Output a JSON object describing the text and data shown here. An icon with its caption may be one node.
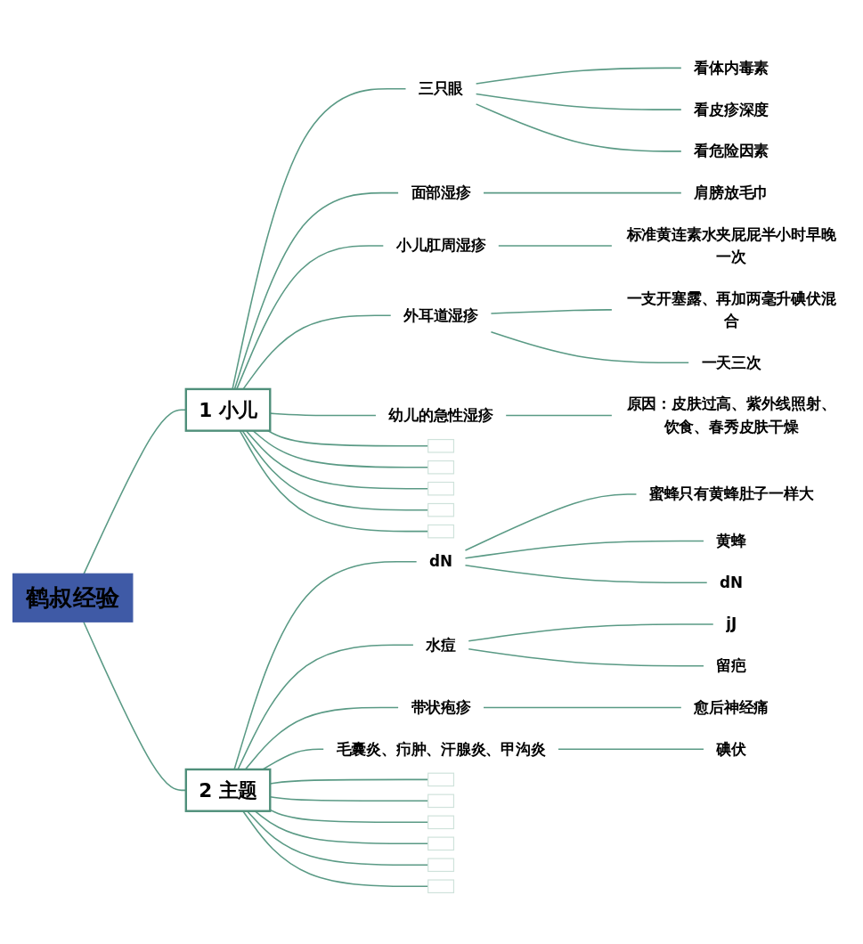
{
  "diagram": {
    "nodes": [
      {
        "text": [
          "鹤叔经验"
        ]
      },
      {
        "text": [
          "1 小儿"
        ]
      },
      {
        "text": [
          "三只眼"
        ]
      },
      {
        "text": [
          "看体内毒素"
        ]
      },
      {
        "text": [
          "看皮疹深度"
        ]
      },
      {
        "text": [
          "看危险因素"
        ]
      },
      {
        "text": [
          "面部湿疹"
        ]
      },
      {
        "text": [
          "肩膀放毛巾"
        ]
      },
      {
        "text": [
          "小儿肛周湿疹"
        ]
      },
      {
        "text": [
          "标准黄连素水夹屁屁半小时早晚一次"
        ]
      },
      {
        "text": [
          "外耳道湿疹"
        ]
      },
      {
        "text": [
          "一支开塞露、再加两毫升碘伏混合"
        ]
      },
      {
        "text": [
          "一天三次"
        ]
      },
      {
        "text": [
          "幼儿的急性湿疹"
        ]
      },
      {
        "text": [
          "原因：皮肤过高、紫外线照射、饮食、春秀皮肤干燥"
        ]
      },
      {
        "text": [],
        "shape": "box"
      },
      {
        "text": [],
        "shape": "box"
      },
      {
        "text": [],
        "shape": "box"
      },
      {
        "text": [],
        "shape": "box"
      },
      {
        "text": [],
        "shape": "box"
      },
      {
        "text": [
          "2 主题"
        ]
      },
      {
        "text": [
          "dN"
        ]
      },
      {
        "text": [
          "蜜蜂只有黄蜂肚子一样大"
        ]
      },
      {
        "text": [
          "黄蜂"
        ]
      },
      {
        "text": [
          "dN"
        ]
      },
      {
        "text": [
          "水痘"
        ]
      },
      {
        "text": [
          "jJ"
        ]
      },
      {
        "text": [
          "留疤"
        ]
      },
      {
        "text": [
          "带状疱疹"
        ]
      },
      {
        "text": [
          "愈后神经痛"
        ]
      },
      {
        "text": [
          "毛囊炎、疖肿、汗腺炎、甲沟炎"
        ]
      },
      {
        "text": [
          "碘伏"
        ]
      },
      {
        "text": [],
        "shape": "box"
      },
      {
        "text": [],
        "shape": "box"
      },
      {
        "text": [],
        "shape": "box"
      },
      {
        "text": [],
        "shape": "box"
      },
      {
        "text": [],
        "shape": "box"
      },
      {
        "text": [],
        "shape": "box"
      }
    ],
    "edges": [
      {
        "from": 0,
        "to": 1,
        "arrow": "none"
      },
      {
        "from": 1,
        "to": 2,
        "arrow": "none"
      },
      {
        "from": 2,
        "to": 3,
        "arrow": "none"
      },
      {
        "from": 2,
        "to": 4,
        "arrow": "none"
      },
      {
        "from": 2,
        "to": 5,
        "arrow": "none"
      },
      {
        "from": 1,
        "to": 6,
        "arrow": "none"
      },
      {
        "from": 6,
        "to": 7,
        "arrow": "none"
      },
      {
        "from": 1,
        "to": 8,
        "arrow": "none"
      },
      {
        "from": 8,
        "to": 9,
        "arrow": "none"
      },
      {
        "from": 1,
        "to": 10,
        "arrow": "none"
      },
      {
        "from": 10,
        "to": 11,
        "arrow": "none"
      },
      {
        "from": 10,
        "to": 12,
        "arrow": "none"
      },
      {
        "from": 1,
        "to": 13,
        "arrow": "none"
      },
      {
        "from": 13,
        "to": 14,
        "arrow": "none"
      },
      {
        "from": 1,
        "to": 15,
        "arrow": "none"
      },
      {
        "from": 1,
        "to": 16,
        "arrow": "none"
      },
      {
        "from": 1,
        "to": 17,
        "arrow": "none"
      },
      {
        "from": 1,
        "to": 18,
        "arrow": "none"
      },
      {
        "from": 1,
        "to": 19,
        "arrow": "none"
      },
      {
        "from": 0,
        "to": 20,
        "arrow": "none"
      },
      {
        "from": 20,
        "to": 21,
        "arrow": "none"
      },
      {
        "from": 21,
        "to": 22,
        "arrow": "none"
      },
      {
        "from": 21,
        "to": 23,
        "arrow": "none"
      },
      {
        "from": 21,
        "to": 24,
        "arrow": "none"
      },
      {
        "from": 20,
        "to": 25,
        "arrow": "none"
      },
      {
        "from": 25,
        "to": 26,
        "arrow": "none"
      },
      {
        "from": 25,
        "to": 27,
        "arrow": "none"
      },
      {
        "from": 20,
        "to": 28,
        "arrow": "none"
      },
      {
        "from": 28,
        "to": 29,
        "arrow": "none"
      },
      {
        "from": 20,
        "to": 30,
        "arrow": "none"
      },
      {
        "from": 30,
        "to": 31,
        "arrow": "none"
      },
      {
        "from": 20,
        "to": 32,
        "arrow": "none"
      },
      {
        "from": 20,
        "to": 33,
        "arrow": "none"
      },
      {
        "from": 20,
        "to": 34,
        "arrow": "none"
      },
      {
        "from": 20,
        "to": 35,
        "arrow": "none"
      },
      {
        "from": 20,
        "to": 36,
        "arrow": "none"
      },
      {
        "from": 20,
        "to": 37,
        "arrow": "none"
      }
    ]
  }
}
